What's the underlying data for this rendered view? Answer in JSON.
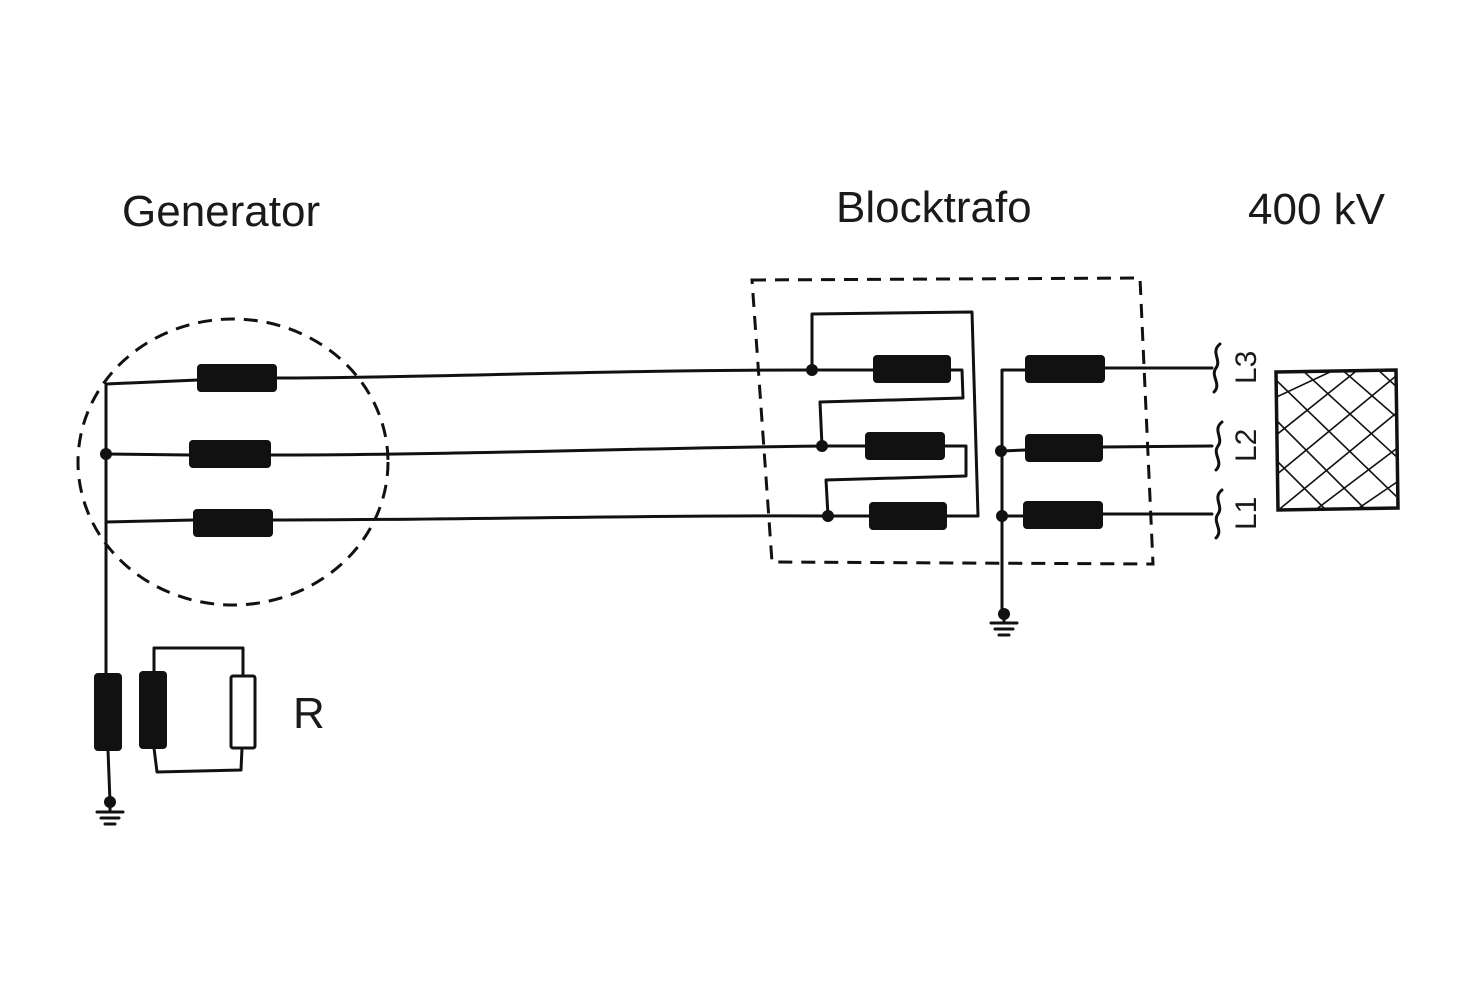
{
  "labels": {
    "generator": "Generator",
    "blocktrafo": "Blocktrafo",
    "voltage": "400 kV",
    "resistor": "R",
    "phase_l1": "L1",
    "phase_l2": "L2",
    "phase_l3": "L3"
  },
  "colors": {
    "line": "#111111",
    "background": "#ffffff"
  }
}
